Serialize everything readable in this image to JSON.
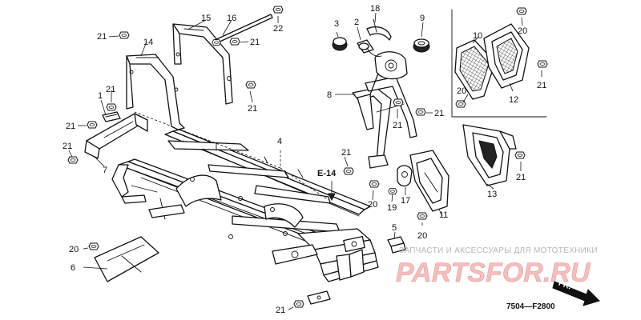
{
  "diagram": {
    "figure_code": "7504—F2800",
    "cross_reference": "E-14",
    "direction_label": "FR."
  },
  "callouts": {
    "c1": "1",
    "c2": "2",
    "c3": "3",
    "c4": "4",
    "c5": "5",
    "c6": "6",
    "c7": "7",
    "c8": "8",
    "c9": "9",
    "c10": "10",
    "c11": "11",
    "c12": "12",
    "c13": "13",
    "c14": "14",
    "c15": "15",
    "c16": "16",
    "c17": "17",
    "c18": "18",
    "c19": "19",
    "c20a": "20",
    "c20b": "20",
    "c20c": "20",
    "c20d": "20",
    "c20e": "20",
    "c21a": "21",
    "c21b": "21",
    "c21c": "21",
    "c21d": "21",
    "c21e": "21",
    "c21f": "21",
    "c21g": "21",
    "c21h": "21",
    "c21i": "21",
    "c21j": "21",
    "c21k": "21",
    "c21l": "21",
    "c22": "22"
  },
  "watermark": {
    "caption": "ЗАПЧАСТИ И АКСЕССУАРЫ ДЛЯ МОТОТЕХНИКИ",
    "logo": "PARTSFOR.RU",
    "color": "#d84a4a"
  }
}
